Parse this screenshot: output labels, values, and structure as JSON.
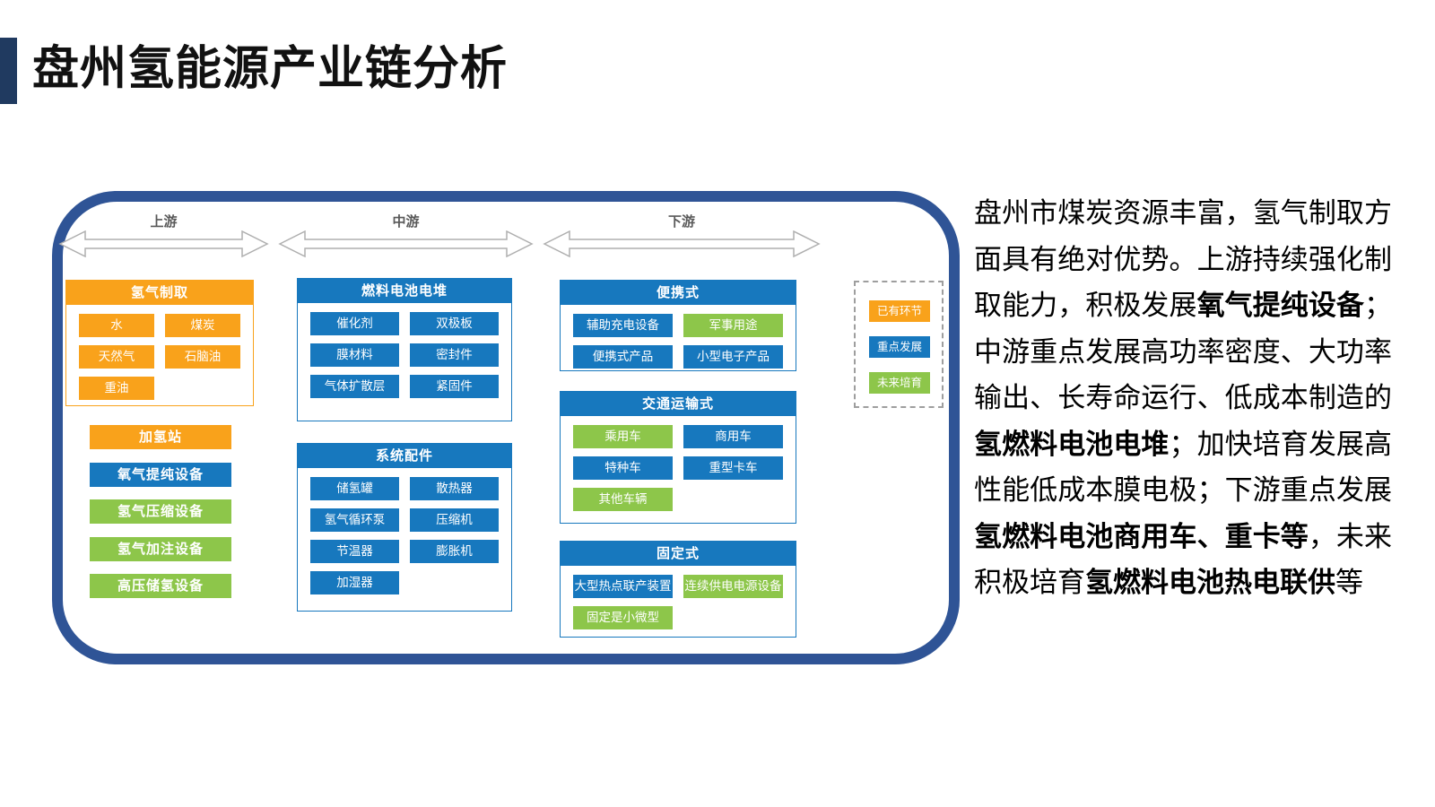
{
  "page_title": "盘州氢能源产业链分析",
  "colors": {
    "orange": "#F9A21B",
    "blue": "#1778BE",
    "green": "#8DC64A",
    "navy": "#2F5496",
    "label_gray": "#595959",
    "arrow_outline": "#AFAFAF",
    "legend_border": "#9E9E9E"
  },
  "diagram": {
    "flow_labels": [
      "上游",
      "中游",
      "下游"
    ],
    "boxes": [
      {
        "id": "hydrogen-production",
        "title": "氢气制取",
        "accent": "orange",
        "items": [
          {
            "label": "水",
            "color": "orange"
          },
          {
            "label": "煤炭",
            "color": "orange"
          },
          {
            "label": "天然气",
            "color": "orange"
          },
          {
            "label": "石脑油",
            "color": "orange"
          },
          {
            "label": "重油",
            "color": "orange"
          }
        ]
      },
      {
        "id": "fuel-cell-stack",
        "title": "燃料电池电堆",
        "accent": "blue",
        "items": [
          {
            "label": "催化剂",
            "color": "blue"
          },
          {
            "label": "双极板",
            "color": "blue"
          },
          {
            "label": "膜材料",
            "color": "blue"
          },
          {
            "label": "密封件",
            "color": "blue"
          },
          {
            "label": "气体扩散层",
            "color": "blue"
          },
          {
            "label": "紧固件",
            "color": "blue"
          }
        ]
      },
      {
        "id": "system-parts",
        "title": "系统配件",
        "accent": "blue",
        "items": [
          {
            "label": "储氢罐",
            "color": "blue"
          },
          {
            "label": "散热器",
            "color": "blue"
          },
          {
            "label": "氢气循环泵",
            "color": "blue"
          },
          {
            "label": "压缩机",
            "color": "blue"
          },
          {
            "label": "节温器",
            "color": "blue"
          },
          {
            "label": "膨胀机",
            "color": "blue"
          },
          {
            "label": "加湿器",
            "color": "blue"
          }
        ]
      },
      {
        "id": "portable",
        "title": "便携式",
        "accent": "blue",
        "items": [
          {
            "label": "辅助充电设备",
            "color": "blue"
          },
          {
            "label": "军事用途",
            "color": "green"
          },
          {
            "label": "便携式产品",
            "color": "blue"
          },
          {
            "label": "小型电子产品",
            "color": "blue"
          }
        ]
      },
      {
        "id": "transport",
        "title": "交通运输式",
        "accent": "blue",
        "items": [
          {
            "label": "乘用车",
            "color": "green"
          },
          {
            "label": "商用车",
            "color": "blue"
          },
          {
            "label": "特种车",
            "color": "blue"
          },
          {
            "label": "重型卡车",
            "color": "blue"
          },
          {
            "label": "其他车辆",
            "color": "green"
          }
        ]
      },
      {
        "id": "stationary",
        "title": "固定式",
        "accent": "blue",
        "items": [
          {
            "label": "大型热点联产装置",
            "color": "blue"
          },
          {
            "label": "连续供电电源设备",
            "color": "green"
          },
          {
            "label": "固定是小微型",
            "color": "green"
          }
        ]
      }
    ],
    "upstream_bars": [
      {
        "label": "加氢站",
        "color": "orange"
      },
      {
        "label": "氧气提纯设备",
        "color": "blue"
      },
      {
        "label": "氢气压缩设备",
        "color": "green"
      },
      {
        "label": "氢气加注设备",
        "color": "green"
      },
      {
        "label": "高压储氢设备",
        "color": "green"
      }
    ],
    "legend": {
      "items": [
        {
          "label": "已有环节",
          "color": "orange"
        },
        {
          "label": "重点发展",
          "color": "blue"
        },
        {
          "label": "未来培育",
          "color": "green"
        }
      ]
    }
  },
  "description": {
    "segments": [
      {
        "text": "盘州市煤炭资源丰富，氢气制取方面具有绝对优势。上游持续强化制取能力，积极发展",
        "bold": false
      },
      {
        "text": "氧气提纯设备",
        "bold": true
      },
      {
        "text": "；中游重点发展高功率密度、大功率输出、长寿命运行、低成本制造的",
        "bold": false
      },
      {
        "text": "氢燃料电池电堆",
        "bold": true
      },
      {
        "text": "；加快培育发展高性能低成本膜电极；下游重点发展",
        "bold": false
      },
      {
        "text": "氢燃料电池商用车、重卡等",
        "bold": true
      },
      {
        "text": "，未来积极培育",
        "bold": false
      },
      {
        "text": "氢燃料电池热电联供",
        "bold": true
      },
      {
        "text": "等",
        "bold": false
      }
    ]
  }
}
